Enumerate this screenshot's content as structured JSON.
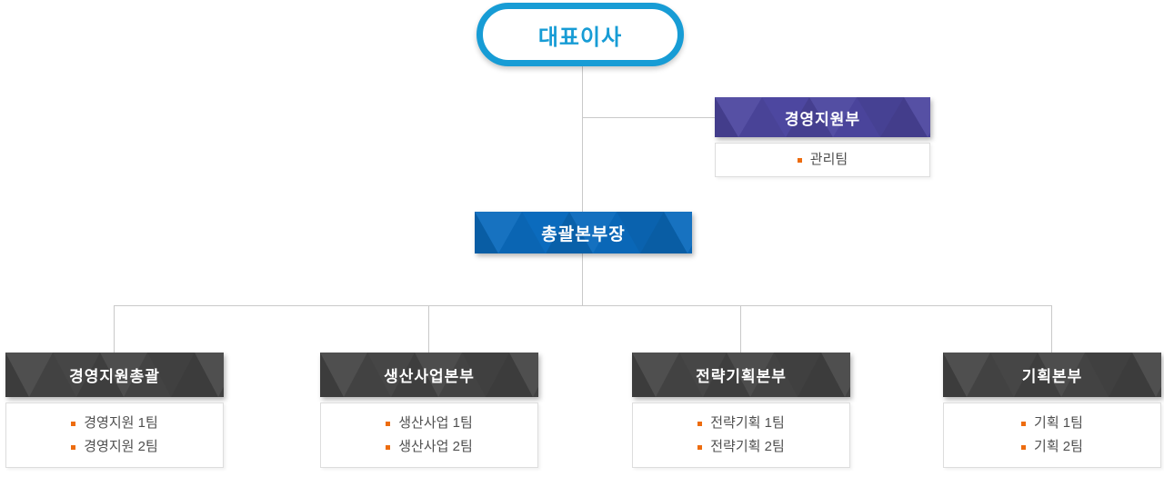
{
  "org_chart": {
    "root": {
      "label": "대표이사"
    },
    "support_branch": {
      "title": "경영지원부",
      "teams": [
        "관리팀"
      ]
    },
    "general_manager": {
      "label": "총괄본부장"
    },
    "divisions": [
      {
        "title": "경영지원총괄",
        "teams": [
          "경영지원 1팀",
          "경영지원 2팀"
        ]
      },
      {
        "title": "생산사업본부",
        "teams": [
          "생산사업 1팀",
          "생산사업 2팀"
        ]
      },
      {
        "title": "전략기획본부",
        "teams": [
          "전략기획 1팀",
          "전략기획 2팀"
        ]
      },
      {
        "title": "기획본부",
        "teams": [
          "기획 1팀",
          "기획 2팀"
        ]
      }
    ],
    "colors": {
      "root_accent": "#179cd5",
      "support_header": "#4d47a0",
      "gm_header": "#0b6bbd",
      "division_header": "#464646",
      "bullet": "#ed6c0f",
      "team_text": "#4f4f4f",
      "connector": "#c9c9c9",
      "sub_border": "#dddddd"
    }
  }
}
